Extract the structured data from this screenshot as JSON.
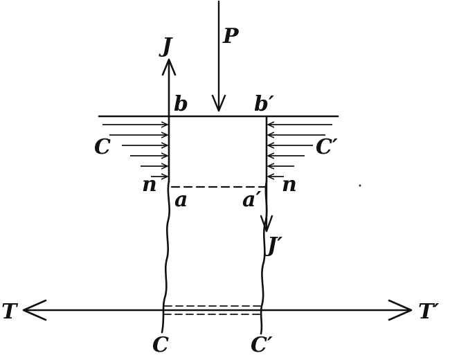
{
  "labels": {
    "P": "P",
    "J": "J",
    "J_prime": "J′",
    "b": "b",
    "b_prime": "b′",
    "C_left": "C",
    "C_right": "C′",
    "n_left": "n",
    "n_right": "n",
    "a": "a",
    "a_prime": "a′",
    "T": "T",
    "T_prime": "T′",
    "C_bottom": "C",
    "C_prime_bottom": "C′"
  }
}
